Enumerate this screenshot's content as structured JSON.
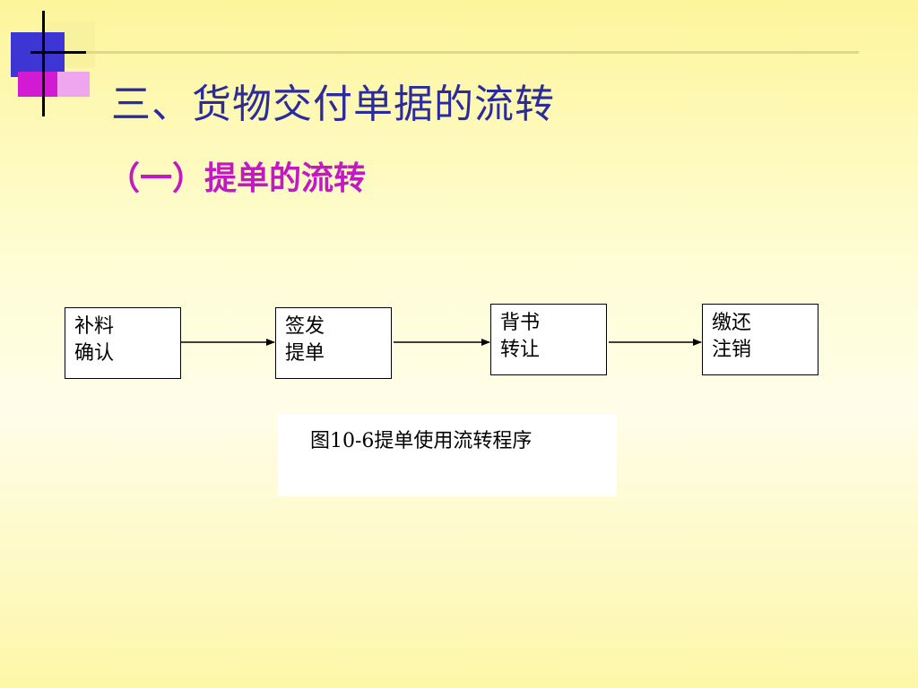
{
  "slide": {
    "title": "三、货物交付单据的流转",
    "subtitle": "（一）提单的流转"
  },
  "flow": {
    "steps": [
      {
        "line1": "补料",
        "line2": "确认"
      },
      {
        "line1": "签发",
        "line2": "提单"
      },
      {
        "line1": "背书",
        "line2": "转让"
      },
      {
        "line1": "缴还",
        "line2": "注销"
      }
    ],
    "caption": "图10-6提单使用流转程序"
  },
  "colors": {
    "title": "#2b2b9e",
    "subtitle": "#c21ac2",
    "logo_blue": "#3d36d4",
    "logo_magenta": "#d21ad2"
  }
}
